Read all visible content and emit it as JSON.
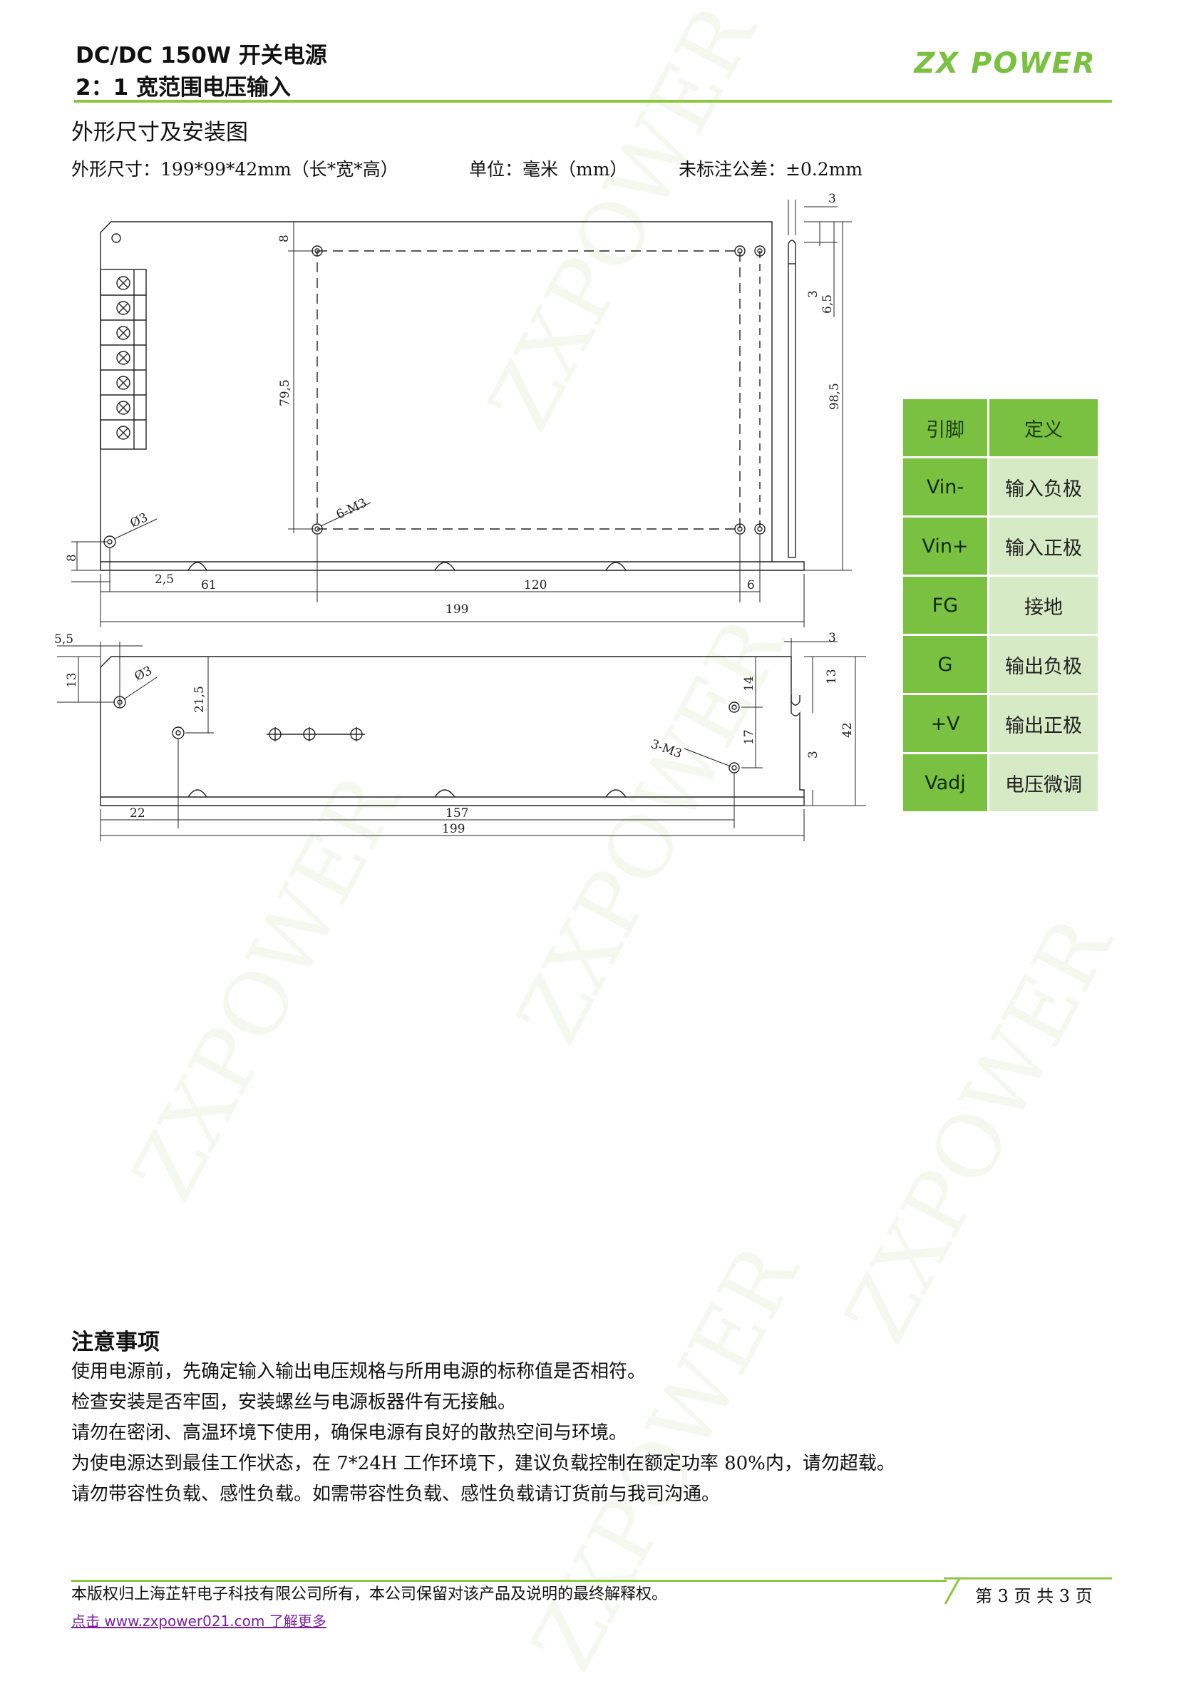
{
  "header": {
    "title_line1": "DC/DC 150W  开关电源",
    "title_line2": "2：1 宽范围电压输入",
    "logo_text": "ZX POWER"
  },
  "section": {
    "title": "外形尺寸及安装图",
    "size": "外形尺寸：199*99*42mm（长*宽*高）",
    "unit": "单位：毫米（mm）",
    "tolerance": "未标注公差：±0.2mm"
  },
  "drawing": {
    "labels": {
      "d8_top": "8",
      "d79_5": "79,5",
      "d6m3": "6-M3",
      "phi3_top": "Ø3",
      "d8_left": "8",
      "d2_5": "2,5",
      "d61": "61",
      "d120": "120",
      "d6": "6",
      "d199_top": "199",
      "d3_top": "3",
      "d3_mid": "3",
      "d6_5": "6,5",
      "d98_5": "98,5",
      "d5_5": "5,5",
      "d13_left": "13",
      "phi3_side": "Ø3",
      "d21_5": "21,5",
      "d3_side": "3",
      "d14": "14",
      "d13_right": "13",
      "d42": "42",
      "d17": "17",
      "d3m3": "3-M3",
      "d3_bottom": "3",
      "d22": "22",
      "d157": "157",
      "d199_bottom": "199"
    }
  },
  "pin_table": {
    "headers": [
      "引脚",
      "定义"
    ],
    "rows": [
      {
        "pin": "Vin-",
        "def": "输入负极"
      },
      {
        "pin": "Vin+",
        "def": "输入正极"
      },
      {
        "pin": "FG",
        "def": "接地"
      },
      {
        "pin": "G",
        "def": "输出负极"
      },
      {
        "pin": "+V",
        "def": "输出正极"
      },
      {
        "pin": "Vadj",
        "def": "电压微调"
      }
    ]
  },
  "notes": {
    "title": "注意事项",
    "items": [
      "使用电源前，先确定输入输出电压规格与所用电源的标称值是否相符。",
      "检查安装是否牢固，安装螺丝与电源板器件有无接触。",
      "请勿在密闭、高温环境下使用，确保电源有良好的散热空间与环境。",
      "为使电源达到最佳工作状态，在 7*24H 工作环境下，建议负载控制在额定功率 80%内，请勿超载。",
      "请勿带容性负载、感性负载。如需带容性负载、感性负载请订货前与我司沟通。"
    ]
  },
  "footer": {
    "copyright": "本版权归上海芷轩电子科技有限公司所有，本公司保留对该产品及说明的最终解释权。",
    "page": "第 3 页 共 3 页",
    "link": "点击 www.zxpower021.com 了解更多"
  },
  "watermark": "ZXPOWER",
  "colors": {
    "accent": "#7ac142",
    "accent_light": "#d6ebc5",
    "link": "#7a1fa2"
  }
}
